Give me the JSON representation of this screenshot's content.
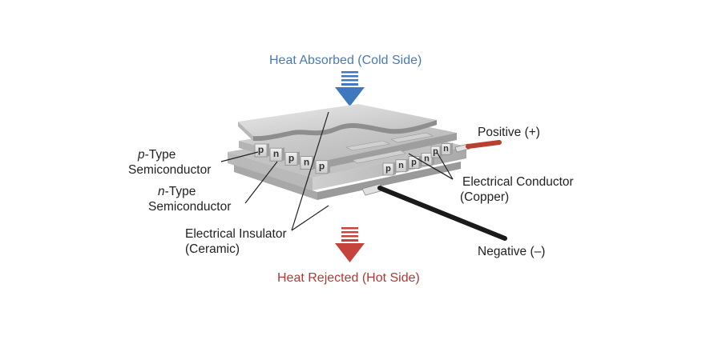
{
  "header_top": "Heat Absorbed (Cold Side)",
  "header_bottom": "Heat Rejected (Hot Side)",
  "labels": {
    "p_type_prefix": "p",
    "p_type_rest": "-Type",
    "p_type_line2": "Semiconductor",
    "n_type_prefix": "n",
    "n_type_rest": "-Type",
    "n_type_line2": "Semiconductor",
    "insulator_line1": "Electrical Insulator",
    "insulator_line2": "(Ceramic)",
    "conductor_line1": "Electrical Conductor",
    "conductor_line2": "(Copper)",
    "positive": "Positive (+)",
    "negative": "Negative (–)"
  },
  "legs_front": [
    "p",
    "n",
    "p",
    "n",
    "p"
  ],
  "legs_right": [
    "p",
    "n",
    "p",
    "n"
  ],
  "legs_right_back": [
    "p",
    "n"
  ],
  "colors": {
    "cold_arrow": "#3f78bf",
    "hot_arrow": "#c6433b",
    "positive_wire": "#b84030",
    "negative_wire": "#1a1a1a"
  }
}
